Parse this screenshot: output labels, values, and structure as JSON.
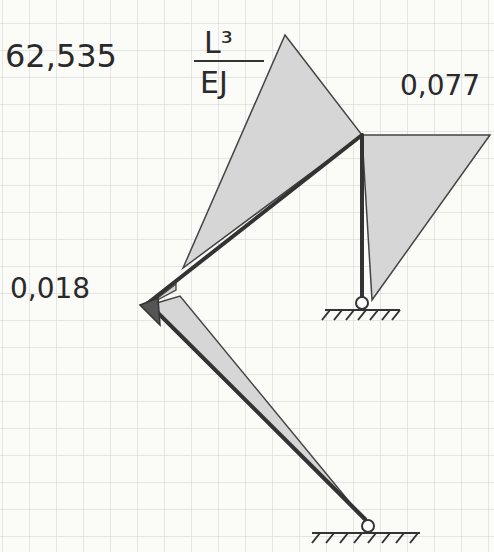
{
  "diagram": {
    "labels": [
      "62,535",
      "L³",
      "EJ",
      "0,077",
      "0,018"
    ]
  }
}
